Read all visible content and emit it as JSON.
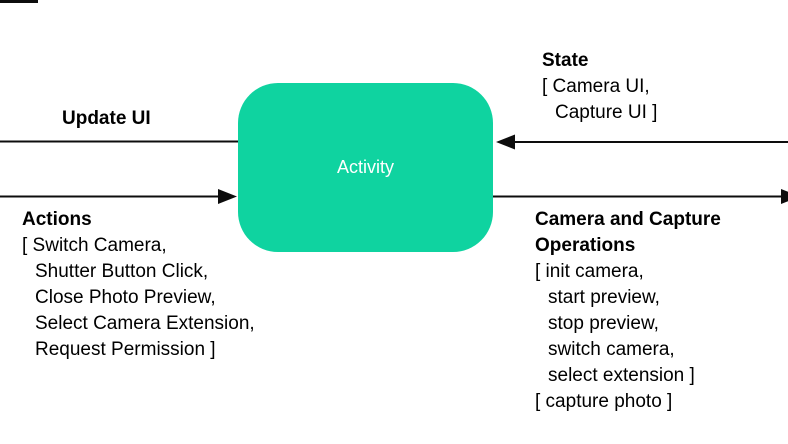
{
  "colors": {
    "node_fill": "#0FD3A0",
    "node_label": "#FFFFFF",
    "line": "#0D0D0D"
  },
  "node": {
    "label": "Activity"
  },
  "left": {
    "update_ui": {
      "title": "Update UI"
    },
    "actions": {
      "title": "Actions",
      "lines": [
        "[ Switch Camera,",
        "Shutter Button Click,",
        "Close Photo Preview,",
        "Select Camera Extension,",
        "Request Permission ]"
      ]
    }
  },
  "right": {
    "state": {
      "title": "State",
      "lines": [
        "[ Camera UI,",
        "Capture UI ]"
      ]
    },
    "camera_ops": {
      "title_lines": [
        "Camera and Capture",
        "Operations"
      ],
      "lines": [
        "[ init camera,",
        "start preview,",
        "stop preview,",
        "switch camera,",
        "select extension ]",
        "[ capture photo ]"
      ]
    }
  }
}
